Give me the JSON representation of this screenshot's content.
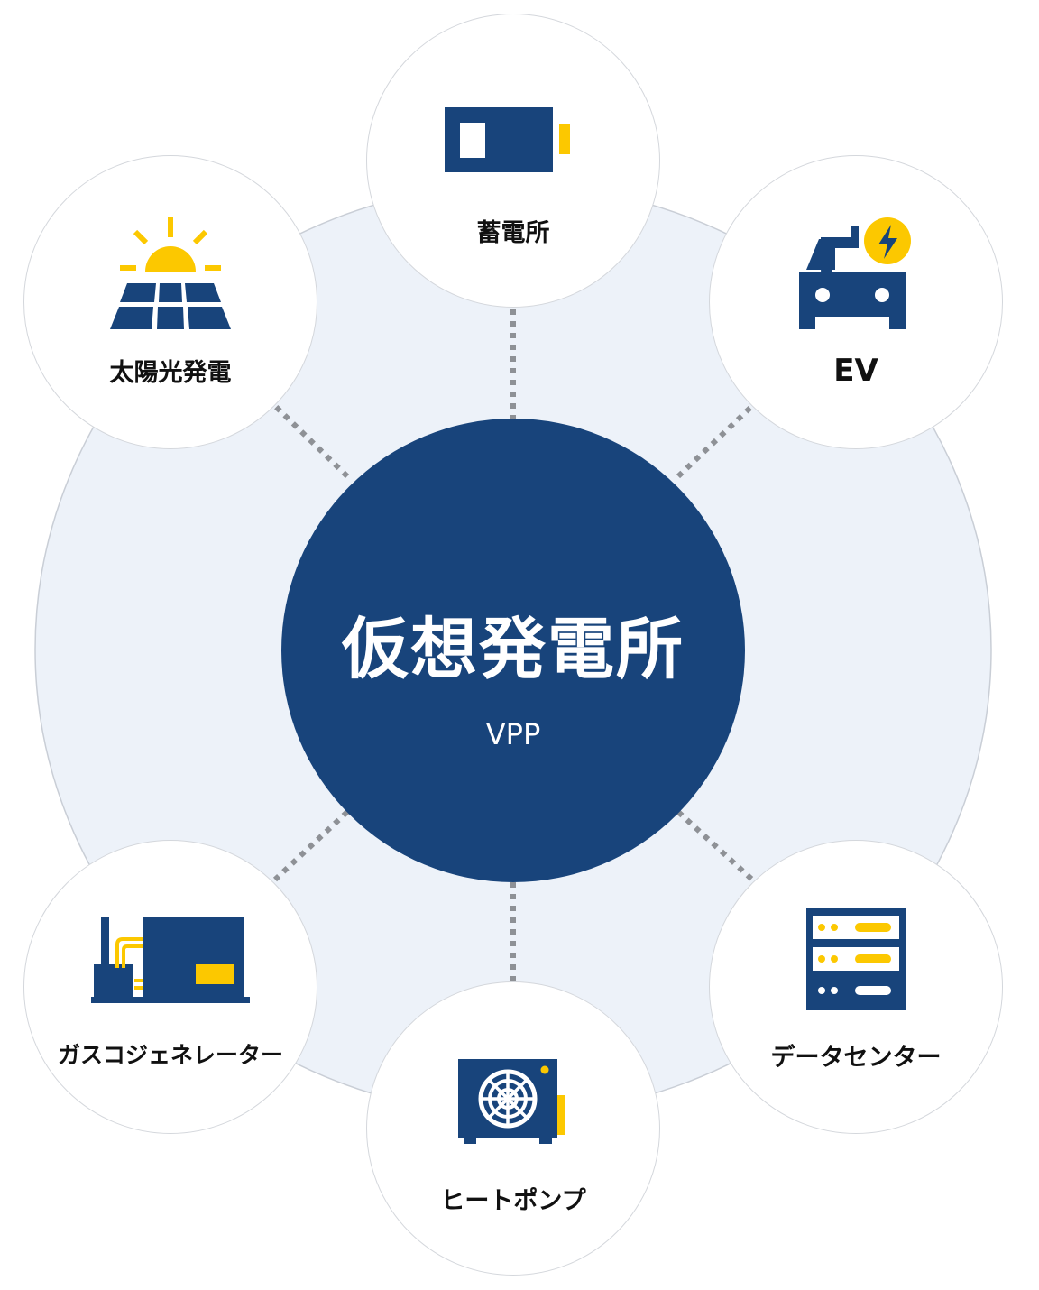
{
  "center": {
    "title": "仮想発電所",
    "subtitle": "VPP"
  },
  "nodes": [
    {
      "id": "storage",
      "label": "蓄電所",
      "icon": "battery-icon"
    },
    {
      "id": "ev",
      "label": "EV",
      "icon": "ev-car-icon"
    },
    {
      "id": "datacenter",
      "label": "データセンター",
      "icon": "server-rack-icon"
    },
    {
      "id": "heatpump",
      "label": "ヒートポンプ",
      "icon": "heat-pump-fan-icon"
    },
    {
      "id": "cogeneration",
      "label": "ガスコジェネレーター",
      "icon": "gas-generator-icon"
    },
    {
      "id": "solar",
      "label": "太陽光発電",
      "icon": "solar-panel-icon"
    }
  ],
  "colors": {
    "navy": "#18447b",
    "yellow": "#fcc800",
    "background_ring": "#edf2f9",
    "connector": "#8e9196"
  }
}
